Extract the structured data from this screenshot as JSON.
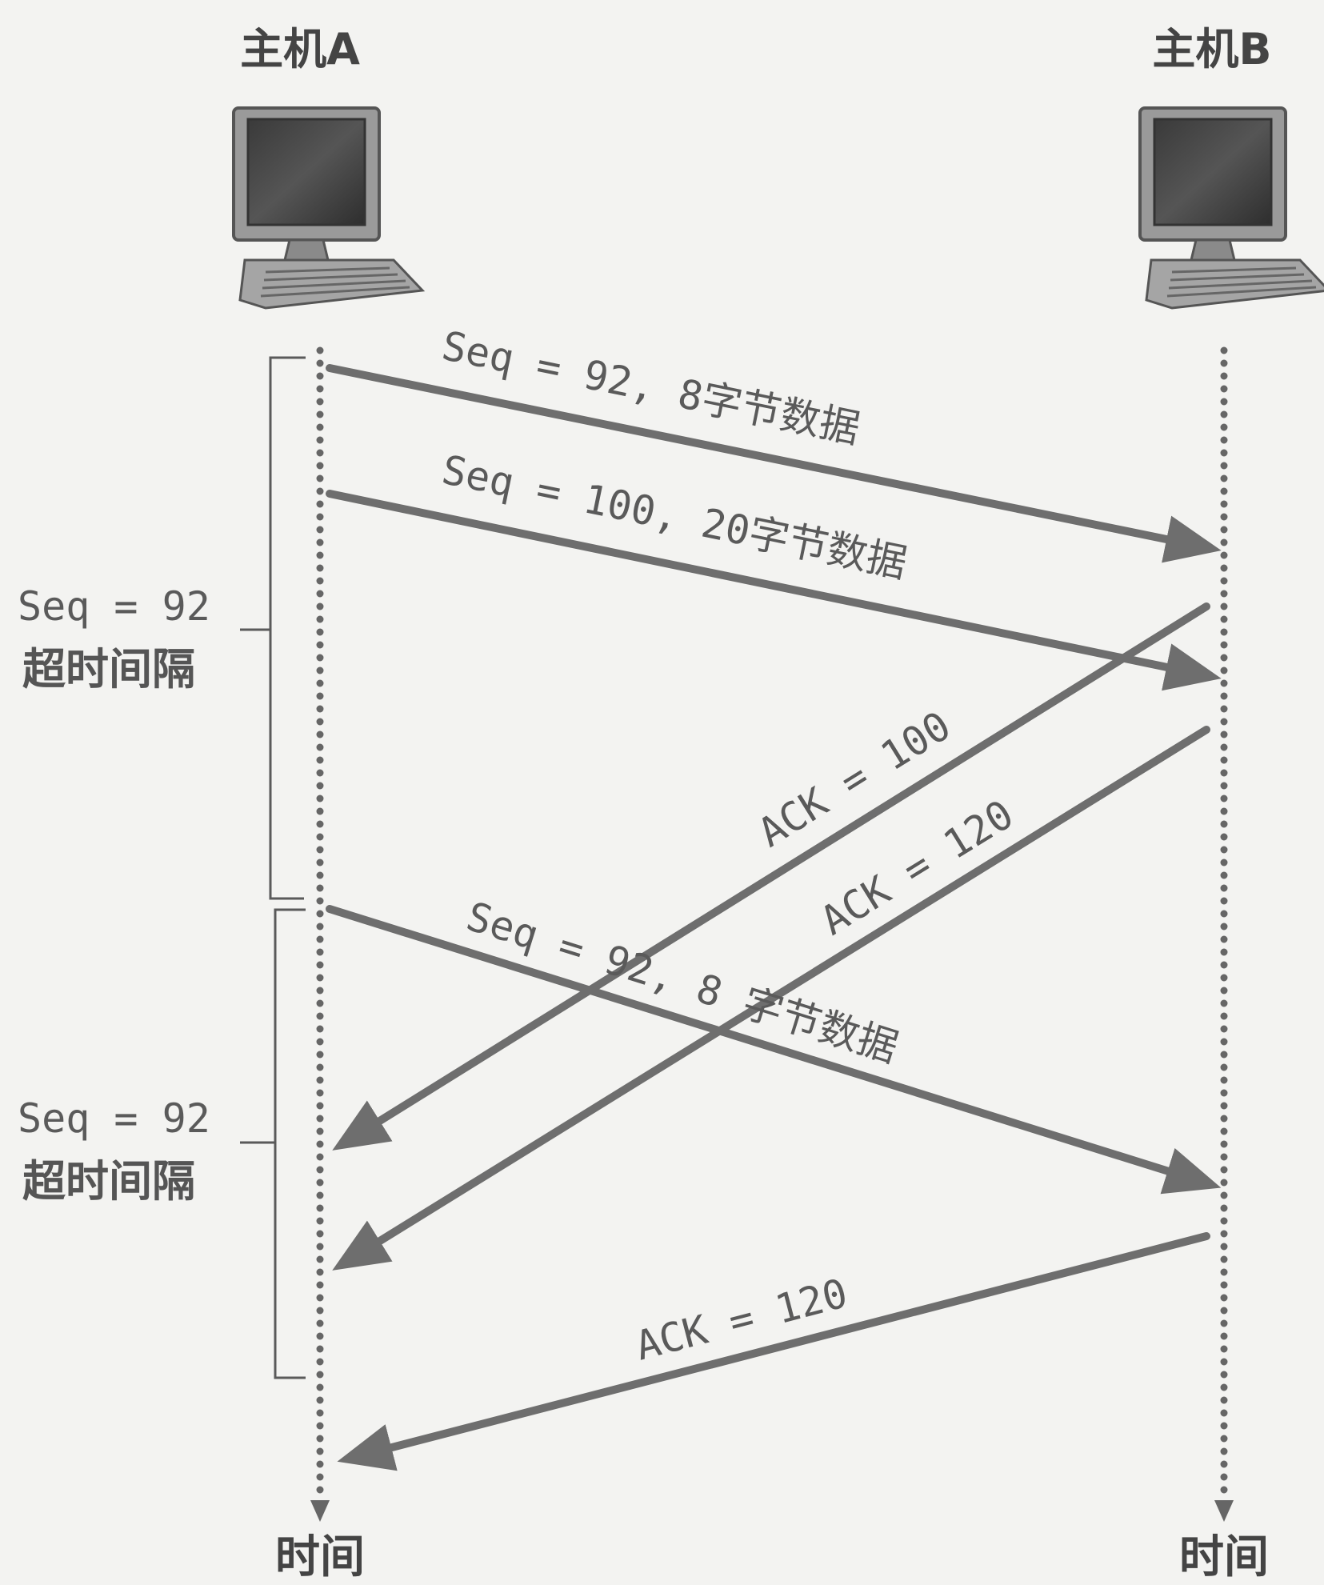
{
  "hosts": {
    "a": {
      "title": "主机A",
      "time_label": "时间"
    },
    "b": {
      "title": "主机B",
      "time_label": "时间"
    }
  },
  "messages": [
    {
      "id": "seg1",
      "direction": "A-to-B",
      "text": "Seq = 92, 8字节数据"
    },
    {
      "id": "seg2",
      "direction": "A-to-B",
      "text": "Seq = 100, 20字节数据"
    },
    {
      "id": "ack1",
      "direction": "B-to-A",
      "text": "ACK = 100"
    },
    {
      "id": "ack2",
      "direction": "B-to-A",
      "text": "ACK = 120"
    },
    {
      "id": "seg3",
      "direction": "A-to-B",
      "text": "Seq = 92, 8 字节数据"
    },
    {
      "id": "ack3",
      "direction": "B-to-A",
      "text": "ACK = 120"
    }
  ],
  "timeouts": [
    {
      "line1": "Seq = 92",
      "line2": "超时间隔"
    },
    {
      "line1": "Seq = 92",
      "line2": "超时间隔"
    }
  ],
  "colors": {
    "arrow": "#6e6e6e",
    "background": "#f3f3f1",
    "text": "#444444"
  },
  "icons": [
    "computer-icon",
    "computer-icon"
  ]
}
